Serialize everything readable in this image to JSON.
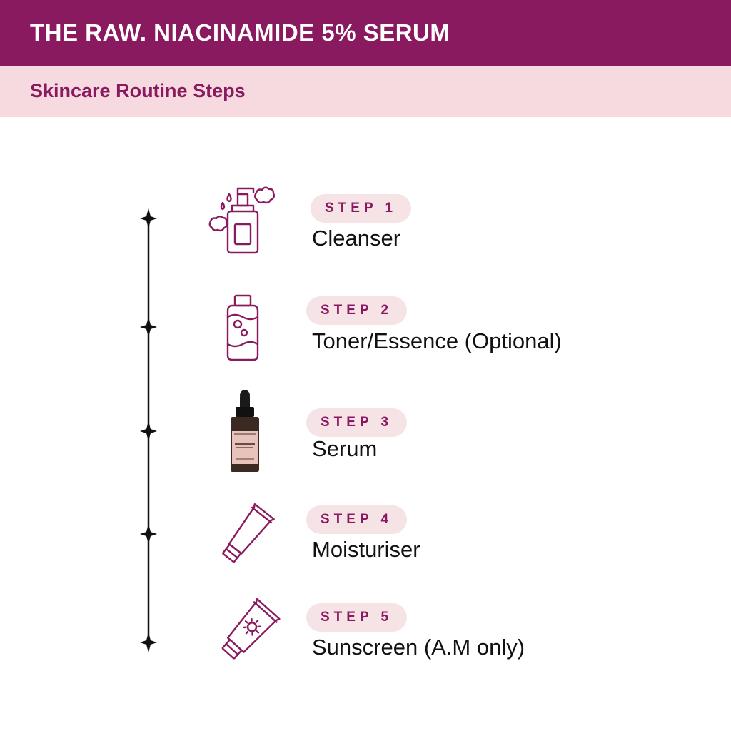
{
  "header": {
    "title": "THE RAW. NIACINAMIDE 5% SERUM",
    "subtitle": "Skincare Routine Steps"
  },
  "colors": {
    "brand": "#8a1a5f",
    "subheader_bg": "#f6dadf",
    "badge_bg": "#f6e3e6",
    "timeline": "#111111"
  },
  "steps": [
    {
      "label": "STEP 1",
      "name": "Cleanser",
      "icon": "pump-bottle-icon"
    },
    {
      "label": "STEP 2",
      "name": "Toner/Essence (Optional)",
      "icon": "toner-bottle-icon"
    },
    {
      "label": "STEP 3",
      "name": "Serum",
      "icon": "serum-dropper-bottle-icon"
    },
    {
      "label": "STEP 4",
      "name": "Moisturiser",
      "icon": "cream-tube-icon"
    },
    {
      "label": "STEP 5",
      "name": "Sunscreen (A.M only)",
      "icon": "sunscreen-tube-icon"
    }
  ]
}
